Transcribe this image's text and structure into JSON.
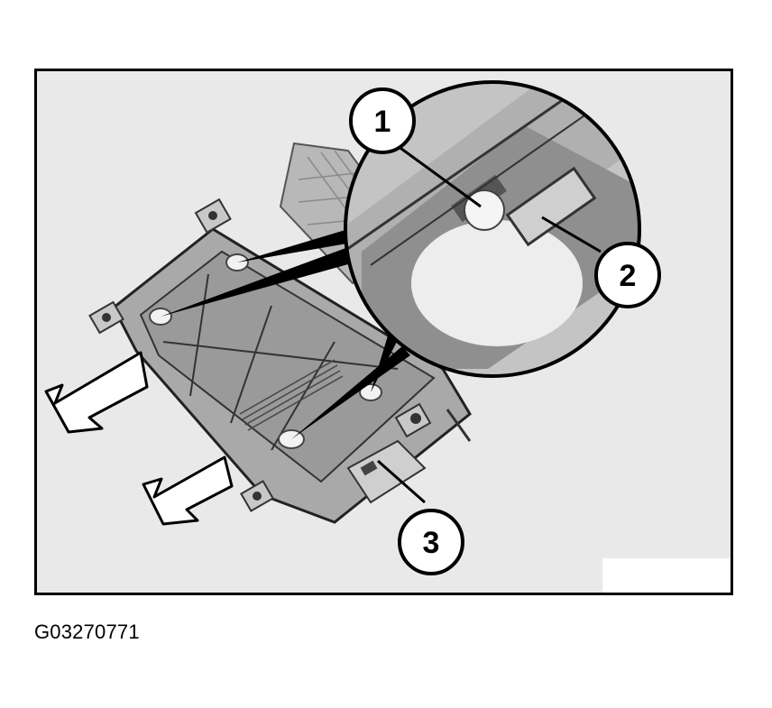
{
  "figure": {
    "callouts": [
      {
        "number": "1",
        "target": "mounting-screw"
      },
      {
        "number": "2",
        "target": "slot"
      },
      {
        "number": "3",
        "target": "bracket"
      }
    ],
    "figure_id": "G03270771"
  },
  "colors": {
    "frame_background": "#e9e9e9",
    "ink": "#000000"
  }
}
